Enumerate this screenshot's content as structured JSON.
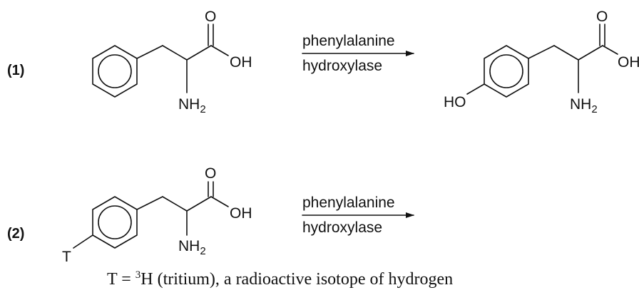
{
  "reactions": [
    {
      "number": "(1)",
      "reactant": {
        "oh": "OH",
        "o": "O",
        "nh": "NH",
        "nh_sub": "2"
      },
      "reagent": {
        "line1": "phenylalanine",
        "line2": "hydroxylase"
      },
      "product": {
        "ho": "HO",
        "oh": "OH",
        "o": "O",
        "nh": "NH",
        "nh_sub": "2"
      }
    },
    {
      "number": "(2)",
      "reactant": {
        "t": "T",
        "oh": "OH",
        "o": "O",
        "nh": "NH",
        "nh_sub": "2"
      },
      "reagent": {
        "line1": "phenylalanine",
        "line2": "hydroxylase"
      }
    }
  ],
  "footnote": {
    "prefix": "T = ",
    "sup": "3",
    "rest": "H (tritium), a radioactive isotope of hydrogen"
  }
}
